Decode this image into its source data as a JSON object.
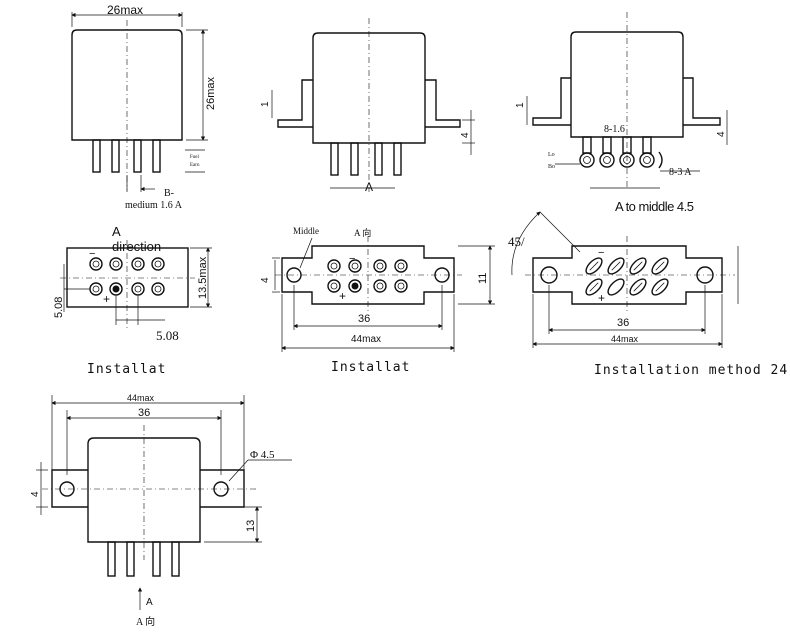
{
  "views": {
    "front": {
      "width_dim": "26max",
      "height_dim": "26max",
      "small_label": "Fuel\nEarn",
      "pin_note_letter": "B-",
      "pin_note": "medium 1.6 A"
    },
    "side_a": {
      "small_dim": "1",
      "foot_dim": "4",
      "direction_label": "A"
    },
    "side_b": {
      "small_dim": "1",
      "foot_dim": "4",
      "pin_dim": "8-1.6",
      "hole_dim": "8-3 A",
      "tag_top": "Lo",
      "tag_bottom": "Bo",
      "note": "A to middle 4.5"
    },
    "bottom_1": {
      "direction_line1": "A",
      "direction_line2": "direction",
      "height_dim": "13.5max",
      "pitch_v": "5.08",
      "pitch_h": "5.08",
      "caption": "Installat"
    },
    "bottom_2": {
      "middle_label": "Middle",
      "a_label": "A 向",
      "flange_dim": "4",
      "height_dim": "11",
      "hole_pitch": "36",
      "overall": "44max",
      "caption": "Installat"
    },
    "bottom_3": {
      "angle": "45/",
      "hole_pitch": "36",
      "overall": "44max",
      "caption": "Installation method 24"
    },
    "mount_front": {
      "overall": "44max",
      "hole_pitch": "36",
      "hole_dia": "Φ 4.5",
      "flange_dim": "4",
      "height_dim": "13",
      "arrow_label": "A",
      "direction_label": "A 向"
    }
  }
}
